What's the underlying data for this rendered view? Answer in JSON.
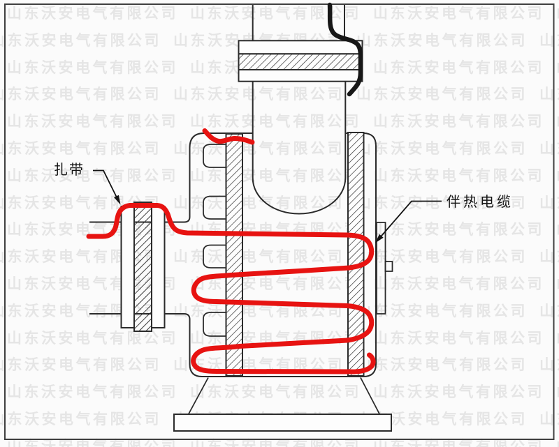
{
  "watermark": {
    "text": "山东沃安电气有限公司",
    "color": "#e5e5e5"
  },
  "labels": {
    "cable_tie": "扎带",
    "heat_trace_cable": "伴热电缆"
  },
  "colors": {
    "background": "#fbfbfb",
    "linework": "#2b2b2b",
    "heat_cable_red": "#e71311",
    "power_cable_black": "#171717",
    "frame_border": "#3f3f3f",
    "hatch": "#2f2f2f",
    "label_text": "#141414"
  }
}
